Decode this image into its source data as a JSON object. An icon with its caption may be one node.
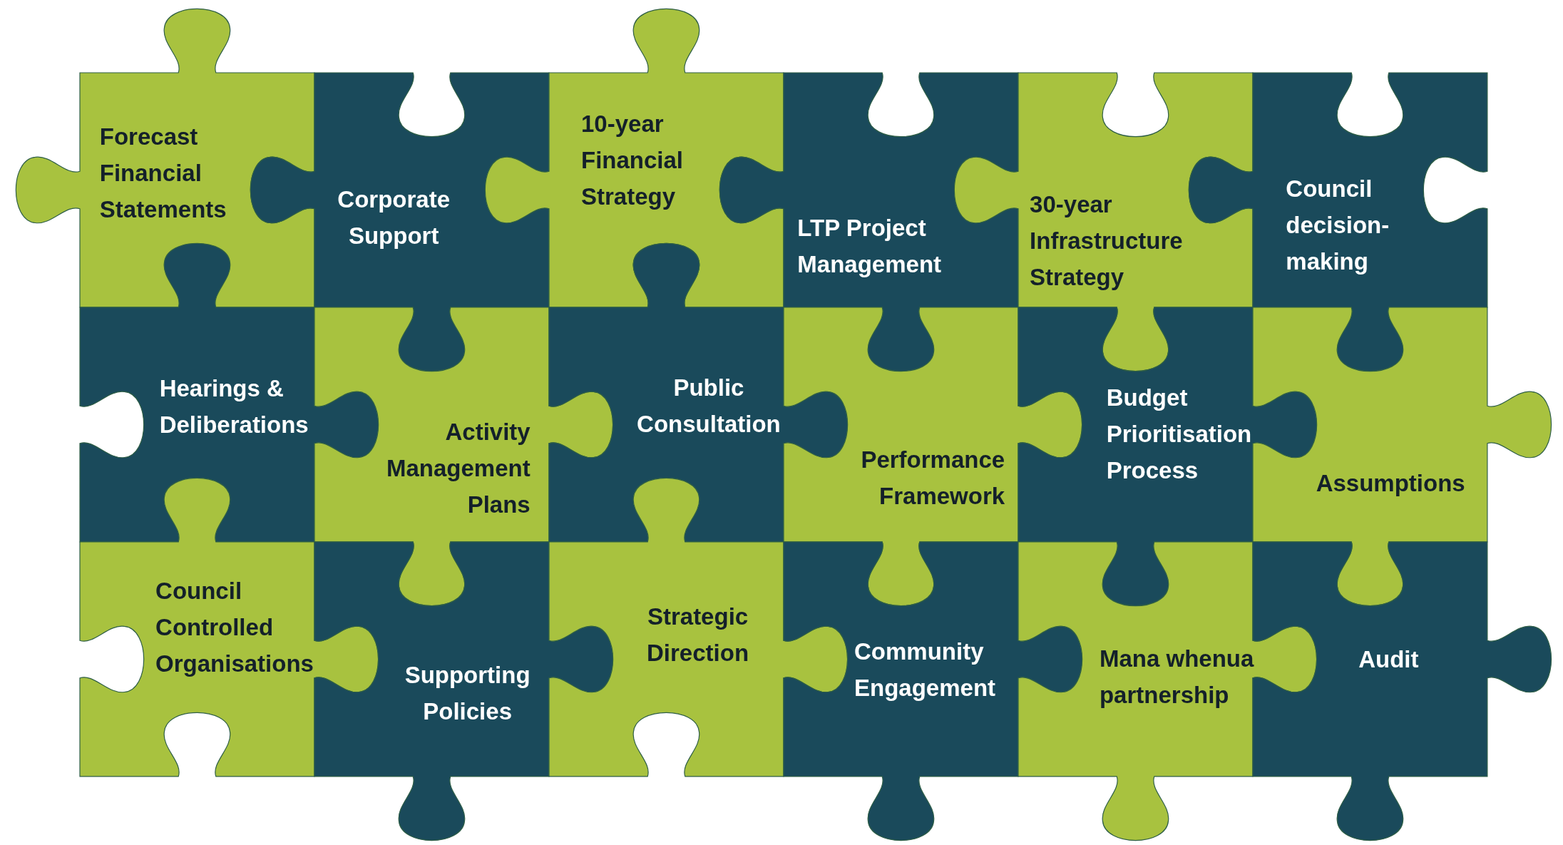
{
  "diagram": {
    "nodes": [
      {
        "text": [
          "Forecast Financial Statements"
        ]
      },
      {
        "text": [
          "Corporate Support"
        ]
      },
      {
        "text": [
          "10-year Financial Strategy"
        ]
      },
      {
        "text": [
          "LTP Project Management"
        ]
      },
      {
        "text": [
          "30-year Infrastructure Strategy"
        ]
      },
      {
        "text": [
          "Council decision-making"
        ]
      },
      {
        "text": [
          "Hearings & Deliberations"
        ]
      },
      {
        "text": [
          "Activity Management Plans"
        ]
      },
      {
        "text": [
          "Public Consultation"
        ]
      },
      {
        "text": [
          "Performance Framework"
        ]
      },
      {
        "text": [
          "Budget Prioritisation Process"
        ]
      },
      {
        "text": [
          "Assumptions"
        ]
      },
      {
        "text": [
          "Council Controlled Organisations"
        ]
      },
      {
        "text": [
          "Supporting Policies"
        ]
      },
      {
        "text": [
          "Strategic Direction"
        ]
      },
      {
        "text": [
          "Community Engagement"
        ]
      },
      {
        "text": [
          "Mana whenua partnership"
        ]
      },
      {
        "text": [
          "Audit"
        ]
      }
    ]
  }
}
